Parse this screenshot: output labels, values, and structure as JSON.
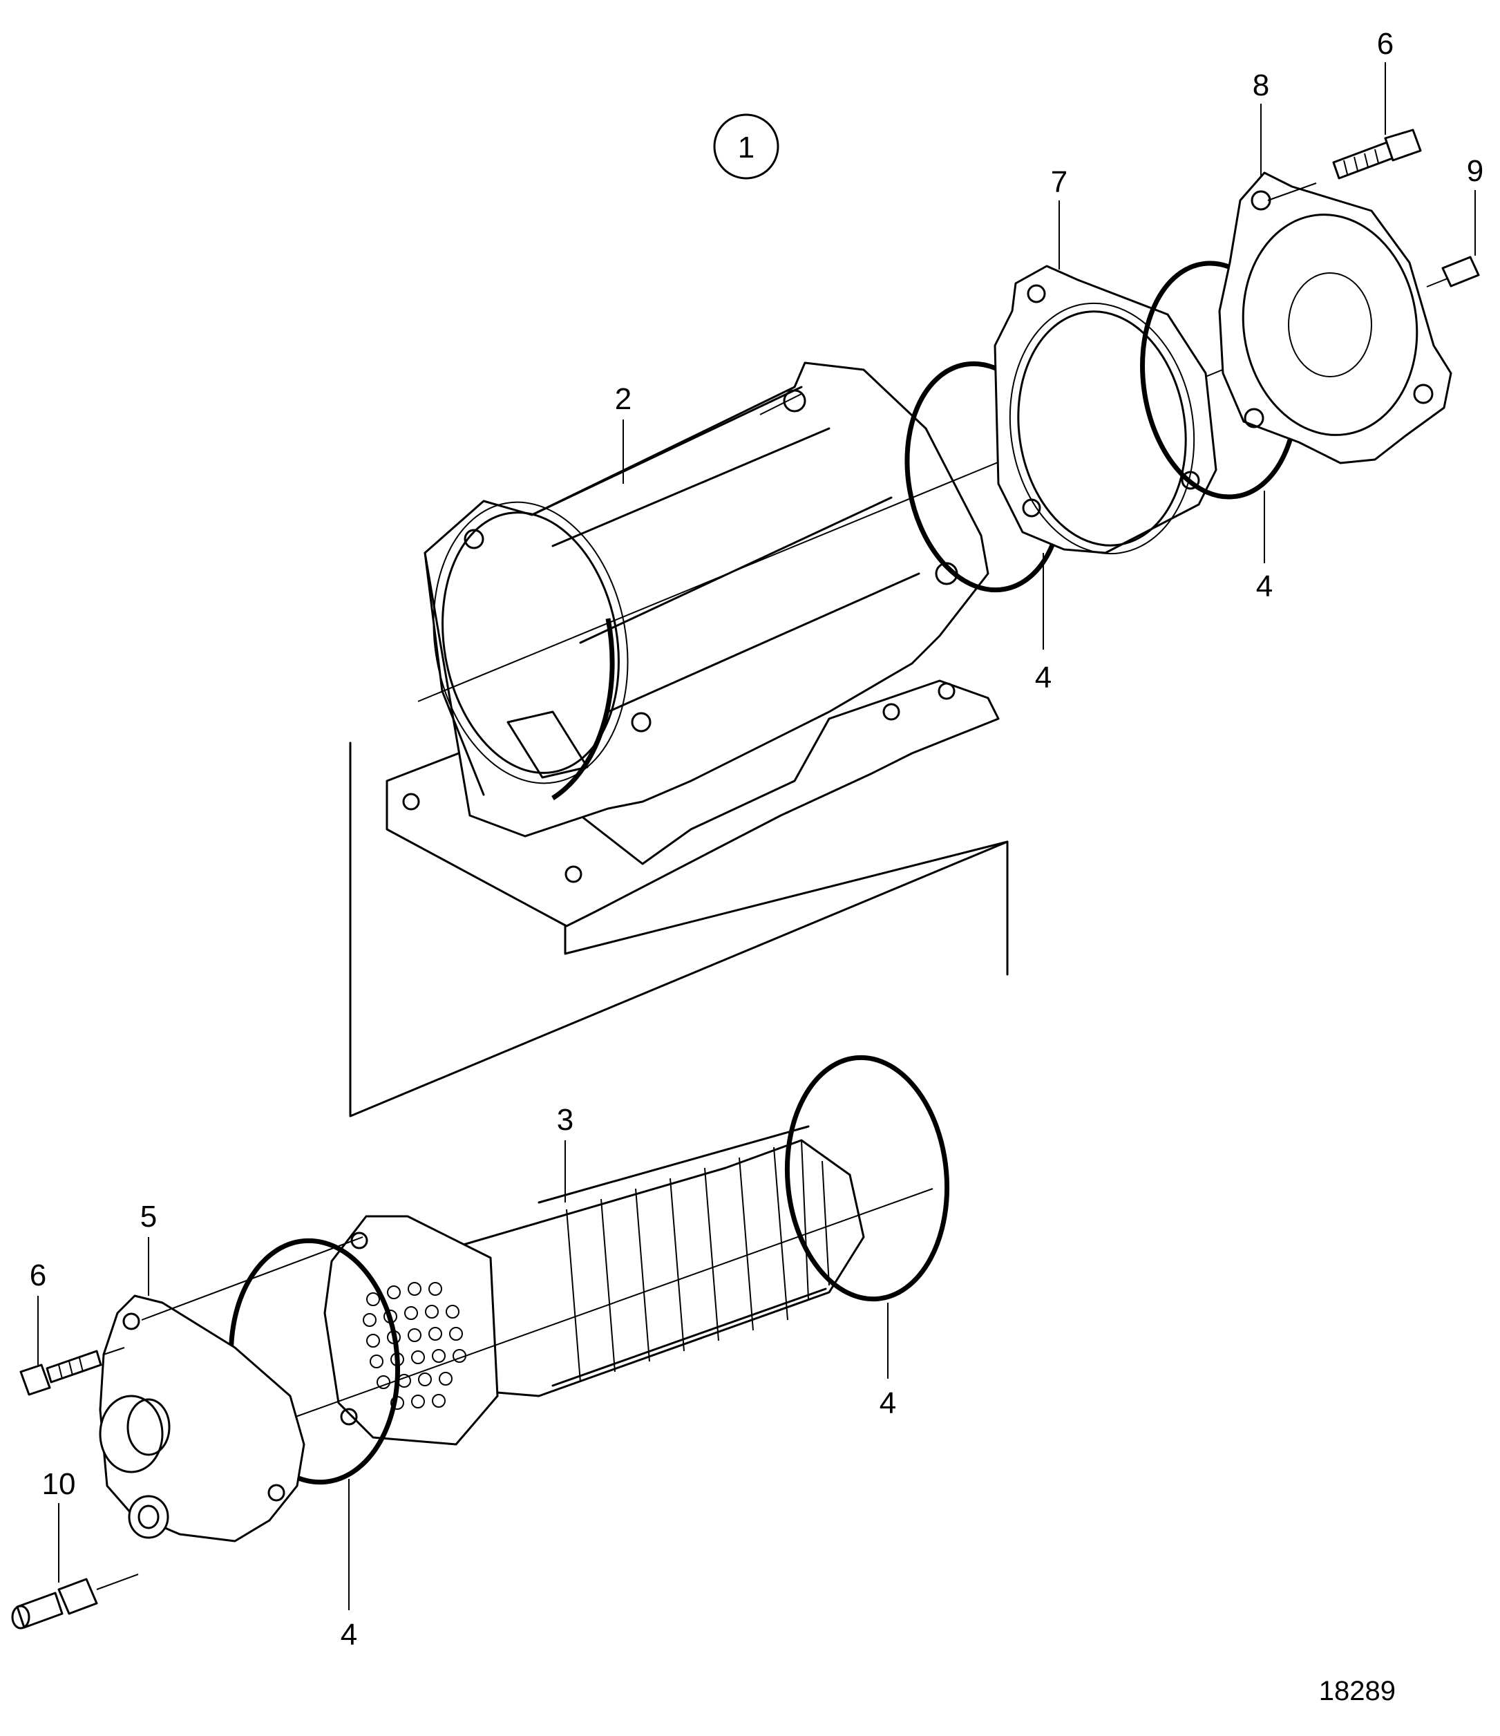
{
  "figure": {
    "view_number": "1",
    "drawing_number": "18289"
  },
  "callouts": {
    "c2": "2",
    "c3": "3",
    "c4a": "4",
    "c4b": "4",
    "c4c": "4",
    "c4d": "4",
    "c5": "5",
    "c6a": "6",
    "c6b": "6",
    "c7": "7",
    "c8": "8",
    "c9": "9",
    "c10": "10"
  }
}
